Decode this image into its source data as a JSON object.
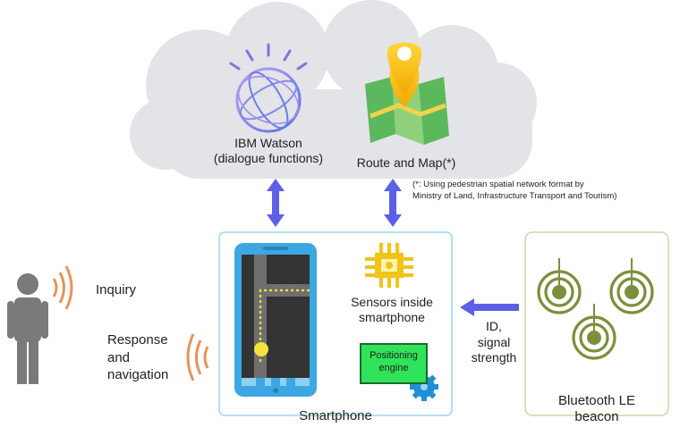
{
  "cloud": {
    "watson_label_1": "IBM Watson",
    "watson_label_2": "(dialogue functions)",
    "route_label": "Route and Map(*)",
    "footnote_1": "(*: Using pedestrian spatial network format by",
    "footnote_2": "Ministry of Land, Infrastructure Transport and Tourism)"
  },
  "user": {
    "inquiry_label": "Inquiry",
    "response_label_1": "Response",
    "response_label_2": "and",
    "response_label_3": "navigation"
  },
  "smartphone": {
    "label": "Smartphone",
    "sensors_label_1": "Sensors inside",
    "sensors_label_2": "smartphone",
    "engine_label_1": "Positioning",
    "engine_label_2": "engine"
  },
  "signal": {
    "label_1": "ID,",
    "label_2": "signal",
    "label_3": "strength"
  },
  "beacon": {
    "label_1": "Bluetooth LE",
    "label_2": "beacon"
  },
  "colors": {
    "cloud": "#e3e4e8",
    "arrow": "#5b60e6",
    "phone_frame": "#3da7e3",
    "chip": "#f0c419",
    "wave_orange": "#e8935a",
    "beacon_green": "#7c8f3c",
    "engine_green": "#2fe35a",
    "person": "#7a7a7a"
  }
}
